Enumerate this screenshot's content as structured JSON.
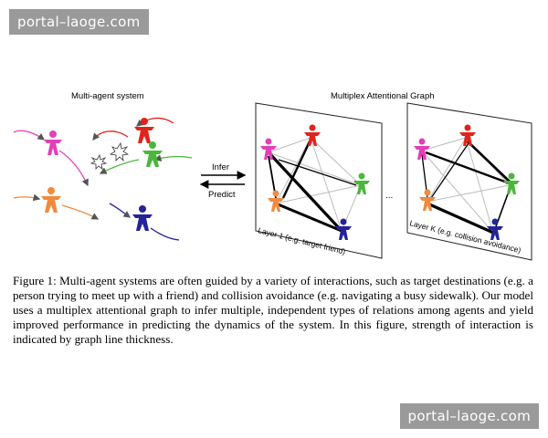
{
  "watermark_text": "portal–laoge.com",
  "figure": {
    "left_title": "Multi-agent system",
    "right_title": "Multiplex Attentional Graph",
    "infer_label": "Infer",
    "predict_label": "Predict",
    "ellipsis": "...",
    "layer1_label": "Layer 1 (e.g. target friend)",
    "layerK_label": "Layer K (e.g. collision avoidance)",
    "agent_colors": {
      "magenta": "#e23fb8",
      "red": "#e0241b",
      "green": "#49b83a",
      "orange": "#f08a3c",
      "blue": "#23239a"
    }
  },
  "caption": "Figure 1: Multi-agent systems are often guided by a variety of interactions, such as target destinations (e.g. a person trying to meet up with a friend) and collision avoidance (e.g. navigating a busy sidewalk). Our model uses a multiplex attentional graph to infer multiple, independent types of relations among agents and yield improved performance in predicting the dynamics of the system. In this figure, strength of interaction is indicated by graph line thickness."
}
